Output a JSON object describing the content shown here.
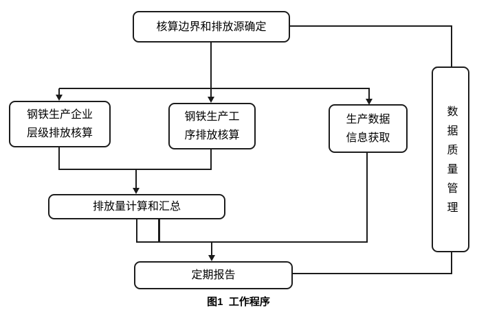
{
  "figure": {
    "caption": "图1  工作程序"
  },
  "nodes": {
    "boundary": {
      "label": "核算边界和排放源确定"
    },
    "enterprise": {
      "line1": "钢铁生产企业",
      "line2": "层级排放核算"
    },
    "process": {
      "line1": "钢铁生产工",
      "line2": "序排放核算"
    },
    "production_data": {
      "line1": "生产数据",
      "line2": "信息获取"
    },
    "calculation": {
      "label": "排放量计算和汇总"
    },
    "report": {
      "label": "定期报告"
    },
    "quality": {
      "label": "数据质量管理"
    }
  },
  "colors": {
    "line": "#1b1b1b",
    "background": "#ffffff",
    "text": "#000000"
  }
}
